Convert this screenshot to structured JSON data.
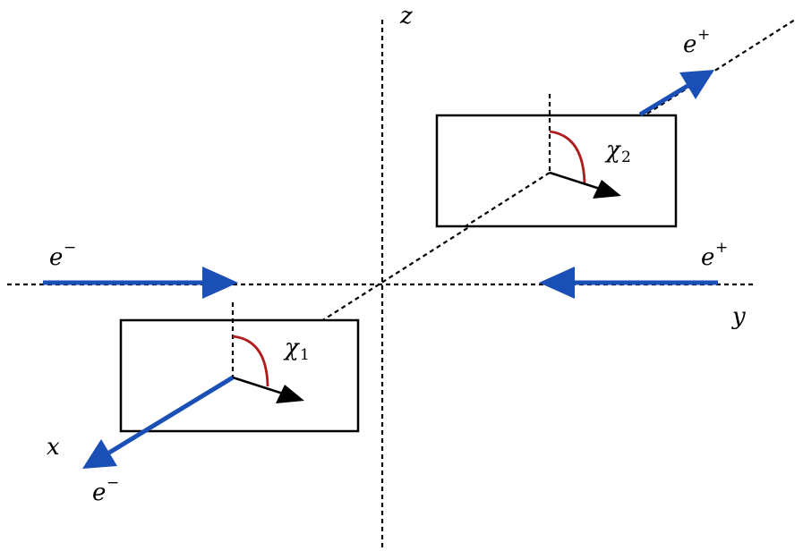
{
  "axes": {
    "z_label": "z",
    "y_label": "y",
    "x_label": "x"
  },
  "beams": {
    "left_label": {
      "base": "e",
      "sup": "−"
    },
    "right_label": {
      "base": "e",
      "sup": "+"
    },
    "outgoing_front_label": {
      "base": "e",
      "sup": "−"
    },
    "outgoing_back_label": {
      "base": "e",
      "sup": "+"
    }
  },
  "angles": {
    "chi1": {
      "base": "χ",
      "sub": "1"
    },
    "chi2": {
      "base": "χ",
      "sub": "2"
    }
  },
  "colors": {
    "beam": "#1a4fb5",
    "angle_arc": "#b01c1c",
    "axis": "#000000",
    "plane_outline": "#000000",
    "spin_vector": "#000000"
  }
}
